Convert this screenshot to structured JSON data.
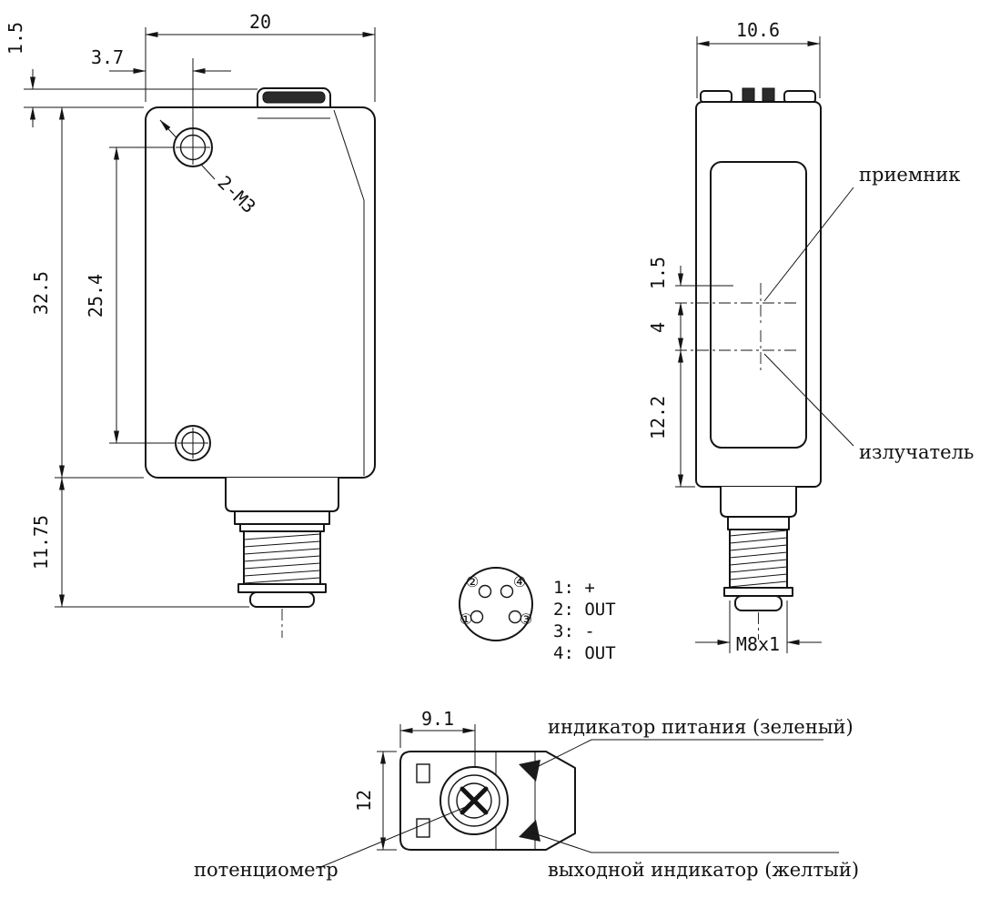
{
  "front_view": {
    "width": "20",
    "hole_offset": "3.7",
    "clip_height": "1.5",
    "body_height": "32.5",
    "hole_spacing": "25.4",
    "connector_height": "11.75",
    "holes_label": "2-M3"
  },
  "side_view": {
    "width": "10.6",
    "receiver_offset": "1.5",
    "lens_spacing": "4",
    "emitter_offset": "12.2",
    "receiver_label": "приемник",
    "emitter_label": "излучатель",
    "thread_label": "M8x1"
  },
  "pinout": {
    "pins": [
      "①",
      "②",
      "③",
      "④"
    ],
    "legend": [
      "1: +",
      "2: OUT",
      "3: -",
      "4: OUT"
    ]
  },
  "top_view": {
    "width": "9.1",
    "height": "12",
    "power_indicator_label": "индикатор питания (зеленый)",
    "potentiometer_label": "потенциометр",
    "output_indicator_label": "выходной индикатор (желтый)"
  }
}
